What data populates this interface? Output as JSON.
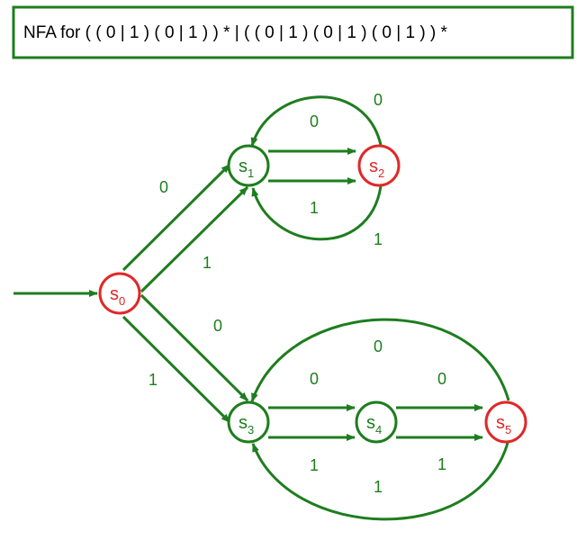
{
  "title": "NFA for ( ( 0 | 1 ) ( 0 | 1 ) ) * | ( ( 0 | 1 ) ( 0 | 1 ) ( 0 | 1 ) ) *",
  "colors": {
    "edge": "#1e7d1e",
    "normal_state": "#1e7d1e",
    "accept_state": "#e02828",
    "title_border": "#1e7d1e",
    "title_text": "#000000"
  },
  "states": [
    {
      "id": "s0",
      "base": "s",
      "sub": "0",
      "accepting": true
    },
    {
      "id": "s1",
      "base": "s",
      "sub": "1",
      "accepting": false
    },
    {
      "id": "s2",
      "base": "s",
      "sub": "2",
      "accepting": true
    },
    {
      "id": "s3",
      "base": "s",
      "sub": "3",
      "accepting": false
    },
    {
      "id": "s4",
      "base": "s",
      "sub": "4",
      "accepting": false
    },
    {
      "id": "s5",
      "base": "s",
      "sub": "5",
      "accepting": true
    }
  ],
  "start_state": "s0",
  "transitions": [
    {
      "from": "s0",
      "to": "s1",
      "symbol": "0"
    },
    {
      "from": "s0",
      "to": "s1",
      "symbol": "1"
    },
    {
      "from": "s1",
      "to": "s2",
      "symbol": "0"
    },
    {
      "from": "s1",
      "to": "s2",
      "symbol": "1"
    },
    {
      "from": "s2",
      "to": "s1",
      "symbol": "0"
    },
    {
      "from": "s2",
      "to": "s1",
      "symbol": "1"
    },
    {
      "from": "s0",
      "to": "s3",
      "symbol": "0"
    },
    {
      "from": "s0",
      "to": "s3",
      "symbol": "1"
    },
    {
      "from": "s3",
      "to": "s4",
      "symbol": "0"
    },
    {
      "from": "s3",
      "to": "s4",
      "symbol": "1"
    },
    {
      "from": "s4",
      "to": "s5",
      "symbol": "0"
    },
    {
      "from": "s4",
      "to": "s5",
      "symbol": "1"
    },
    {
      "from": "s5",
      "to": "s3",
      "symbol": "0"
    },
    {
      "from": "s5",
      "to": "s3",
      "symbol": "1"
    }
  ]
}
